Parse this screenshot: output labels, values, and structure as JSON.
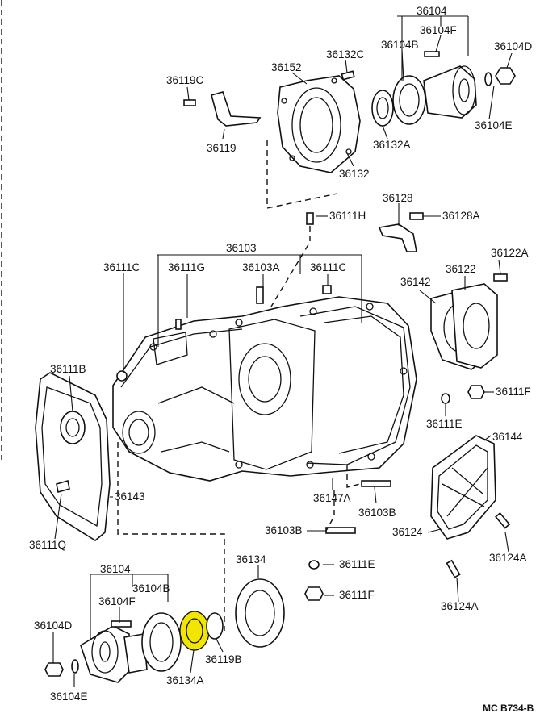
{
  "labels": {
    "l36104_top": "36104",
    "l36104F_top": "36104F",
    "l36104B_top": "36104B",
    "l36104D_top": "36104D",
    "l36132C": "36132C",
    "l36152": "36152",
    "l36119C": "36119C",
    "l36104E_top": "36104E",
    "l36132A": "36132A",
    "l36119": "36119",
    "l36132": "36132",
    "l36128": "36128",
    "l36111H": "36111H",
    "l36128A": "36128A",
    "l36103": "36103",
    "l36111C_left": "36111C",
    "l36111G": "36111G",
    "l36103A": "36103A",
    "l36111C_right": "36111C",
    "l36122A": "36122A",
    "l36122": "36122",
    "l36142": "36142",
    "l36111B": "36111B",
    "l36111F_right": "36111F",
    "l36111E_right": "36111E",
    "l36144": "36144",
    "l36143": "36143",
    "l36147A": "36147A",
    "l36103B_right": "36103B",
    "l36111Q": "36111Q",
    "l36103B_left": "36103B",
    "l36124": "36124",
    "l36124A_right": "36124A",
    "l36111E_bottom": "36111E",
    "l36104_bottom": "36104",
    "l36134": "36134",
    "l36104B_bottom": "36104B",
    "l36104F_bottom": "36104F",
    "l36111F_bottom": "36111F",
    "l36124A_bottom": "36124A",
    "l36104D_bottom": "36104D",
    "l36119B": "36119B",
    "l36104E_bottom": "36104E",
    "l36134A": "36134A"
  },
  "drawing_code": "MC  B734-B",
  "highlight_color": "#f2e600"
}
